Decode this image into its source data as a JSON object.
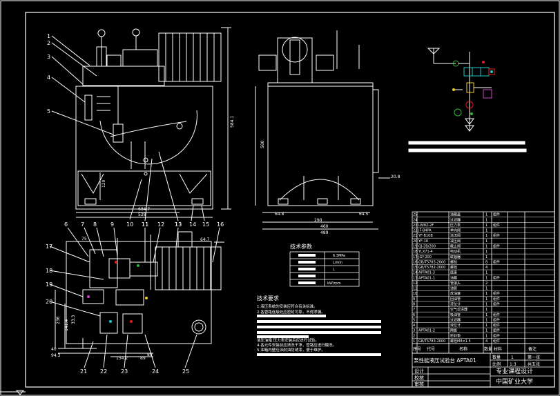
{
  "colors": {
    "background": "#000000",
    "line": "#ffffff",
    "accent_red": "#e02020",
    "accent_green": "#2fb82f",
    "accent_cyan": "#22c8c8",
    "accent_yellow": "#e8d020",
    "accent_magenta": "#d040d0"
  },
  "front_view": {
    "callouts_top": [
      "1",
      "2",
      "3",
      "4",
      "5"
    ],
    "callouts_bottom": [
      "10",
      "11",
      "13",
      "14",
      "15"
    ],
    "dim_height": "584.1",
    "dim_inner": "120",
    "dim_width_inner": "684.7",
    "dim_width": "528"
  },
  "side_view": {
    "dim_height": "580",
    "dim_small": "20.8",
    "dim_left": "64.8",
    "dim_mid": "290",
    "dim_right": "64.5",
    "dim_total1": "460",
    "dim_total2": "489"
  },
  "top_view": {
    "callouts_top": [
      "6",
      "7",
      "8",
      "9",
      "11",
      "12",
      "13",
      "16"
    ],
    "callouts_left": [
      "17",
      "18",
      "19",
      "20"
    ],
    "callouts_bottom": [
      "21",
      "22",
      "23",
      "24",
      "25"
    ],
    "dim_a": "75",
    "dim_b": "64.7",
    "dim_c": "40",
    "dim_d": "94.3",
    "dim_e": "141.4",
    "dim_f": "236",
    "dim_g": "154.2",
    "dim_h": "89",
    "dim_i": "33.3",
    "dim_j": "80"
  },
  "tech_params": {
    "title": "技术参数",
    "rows": [
      [
        "",
        "6.3MPa"
      ],
      [
        "",
        "L/min"
      ],
      [
        "",
        "L"
      ],
      [
        "",
        ""
      ],
      [
        "",
        "kW/rpm"
      ]
    ]
  },
  "tech_requirements": {
    "title": "技术要求",
    "lines": [
      "1.液压系统的安装应符合有关标准。",
      "2.各管路连接处应密封可靠，不得渗漏。",
      "",
      "",
      "",
      "",
      "",
      "液压油箱  压力表安装后应进行试验。",
      "4.各元件安装前应清洗干净，管路应进行酸洗。",
      "5.油箱内壁应涂耐油防锈漆，便于维护。",
      ""
    ]
  },
  "parts_list": {
    "rows": [
      [
        "25",
        "",
        "油箱盖",
        "1",
        "组件",
        ""
      ],
      [
        "24",
        "",
        "过滤器",
        "1",
        "",
        ""
      ],
      [
        "23",
        "LB/8Z-2F",
        "压力表",
        "1",
        "组件",
        ""
      ],
      [
        "22",
        "JF-B4PA",
        "单向阀",
        "1",
        "",
        ""
      ],
      [
        "21",
        "YF-B10B",
        "溢流阀",
        "1",
        "组件",
        ""
      ],
      [
        "20",
        "YF-10",
        "减压阀",
        "1",
        "",
        ""
      ],
      [
        "19",
        "QJ-2B/200",
        "截止阀",
        "1",
        "组件",
        ""
      ],
      [
        "18",
        "YLX71-4",
        "电动机",
        "1",
        "",
        ""
      ],
      [
        "17",
        "JGY-200",
        "联轴器",
        "1",
        "",
        ""
      ],
      [
        "16",
        "GB/T5783-2000",
        "螺栓",
        "8",
        "组件",
        ""
      ],
      [
        "15",
        "GB/T5782-2000",
        "螺栓",
        "4",
        "",
        ""
      ],
      [
        "14",
        "APTA01-3",
        "底座",
        "1",
        "",
        ""
      ],
      [
        "13",
        "APTA01-1",
        "油箱",
        "1",
        "组件",
        ""
      ],
      [
        "12",
        "",
        "管接头",
        "2",
        "",
        ""
      ],
      [
        "11",
        "",
        "油管",
        "1",
        "",
        ""
      ],
      [
        "10",
        "",
        "放油塞",
        "1",
        "组件",
        ""
      ],
      [
        "9",
        "",
        "回油管",
        "1",
        "组件",
        ""
      ],
      [
        "8",
        "",
        "液位计",
        "1",
        "组件",
        ""
      ],
      [
        "7",
        "",
        "空气滤清器",
        "1",
        "",
        ""
      ],
      [
        "6",
        "",
        "吸油管",
        "1",
        "组件",
        ""
      ],
      [
        "5",
        "",
        "过滤器",
        "1",
        "组件",
        ""
      ],
      [
        "4",
        "",
        "液位计",
        "1",
        "组件",
        ""
      ],
      [
        "3",
        "APTA01-2",
        "隔板",
        "1",
        "组件",
        ""
      ],
      [
        "2",
        "",
        "密封垫",
        "1",
        "组件",
        ""
      ],
      [
        "1",
        "GB/T5783-2000",
        "螺栓M8×1.5",
        "4",
        "组件",
        ""
      ]
    ],
    "header": [
      "序号",
      "代号",
      "名称",
      "数量",
      "材料",
      "备注"
    ]
  },
  "title_block": {
    "drawing_title": "泵性能液压试验台  APTA01",
    "sheet_label": "第一张",
    "sheet_total": "共五张",
    "scale_label": "比例",
    "scale_value": "1:3",
    "qty_label": "数量",
    "qty_value": "1",
    "course": "专业课程设计",
    "university": "中国矿业大学",
    "designer_label": "设计",
    "checker_label": "校核",
    "approver_label": "审核"
  }
}
